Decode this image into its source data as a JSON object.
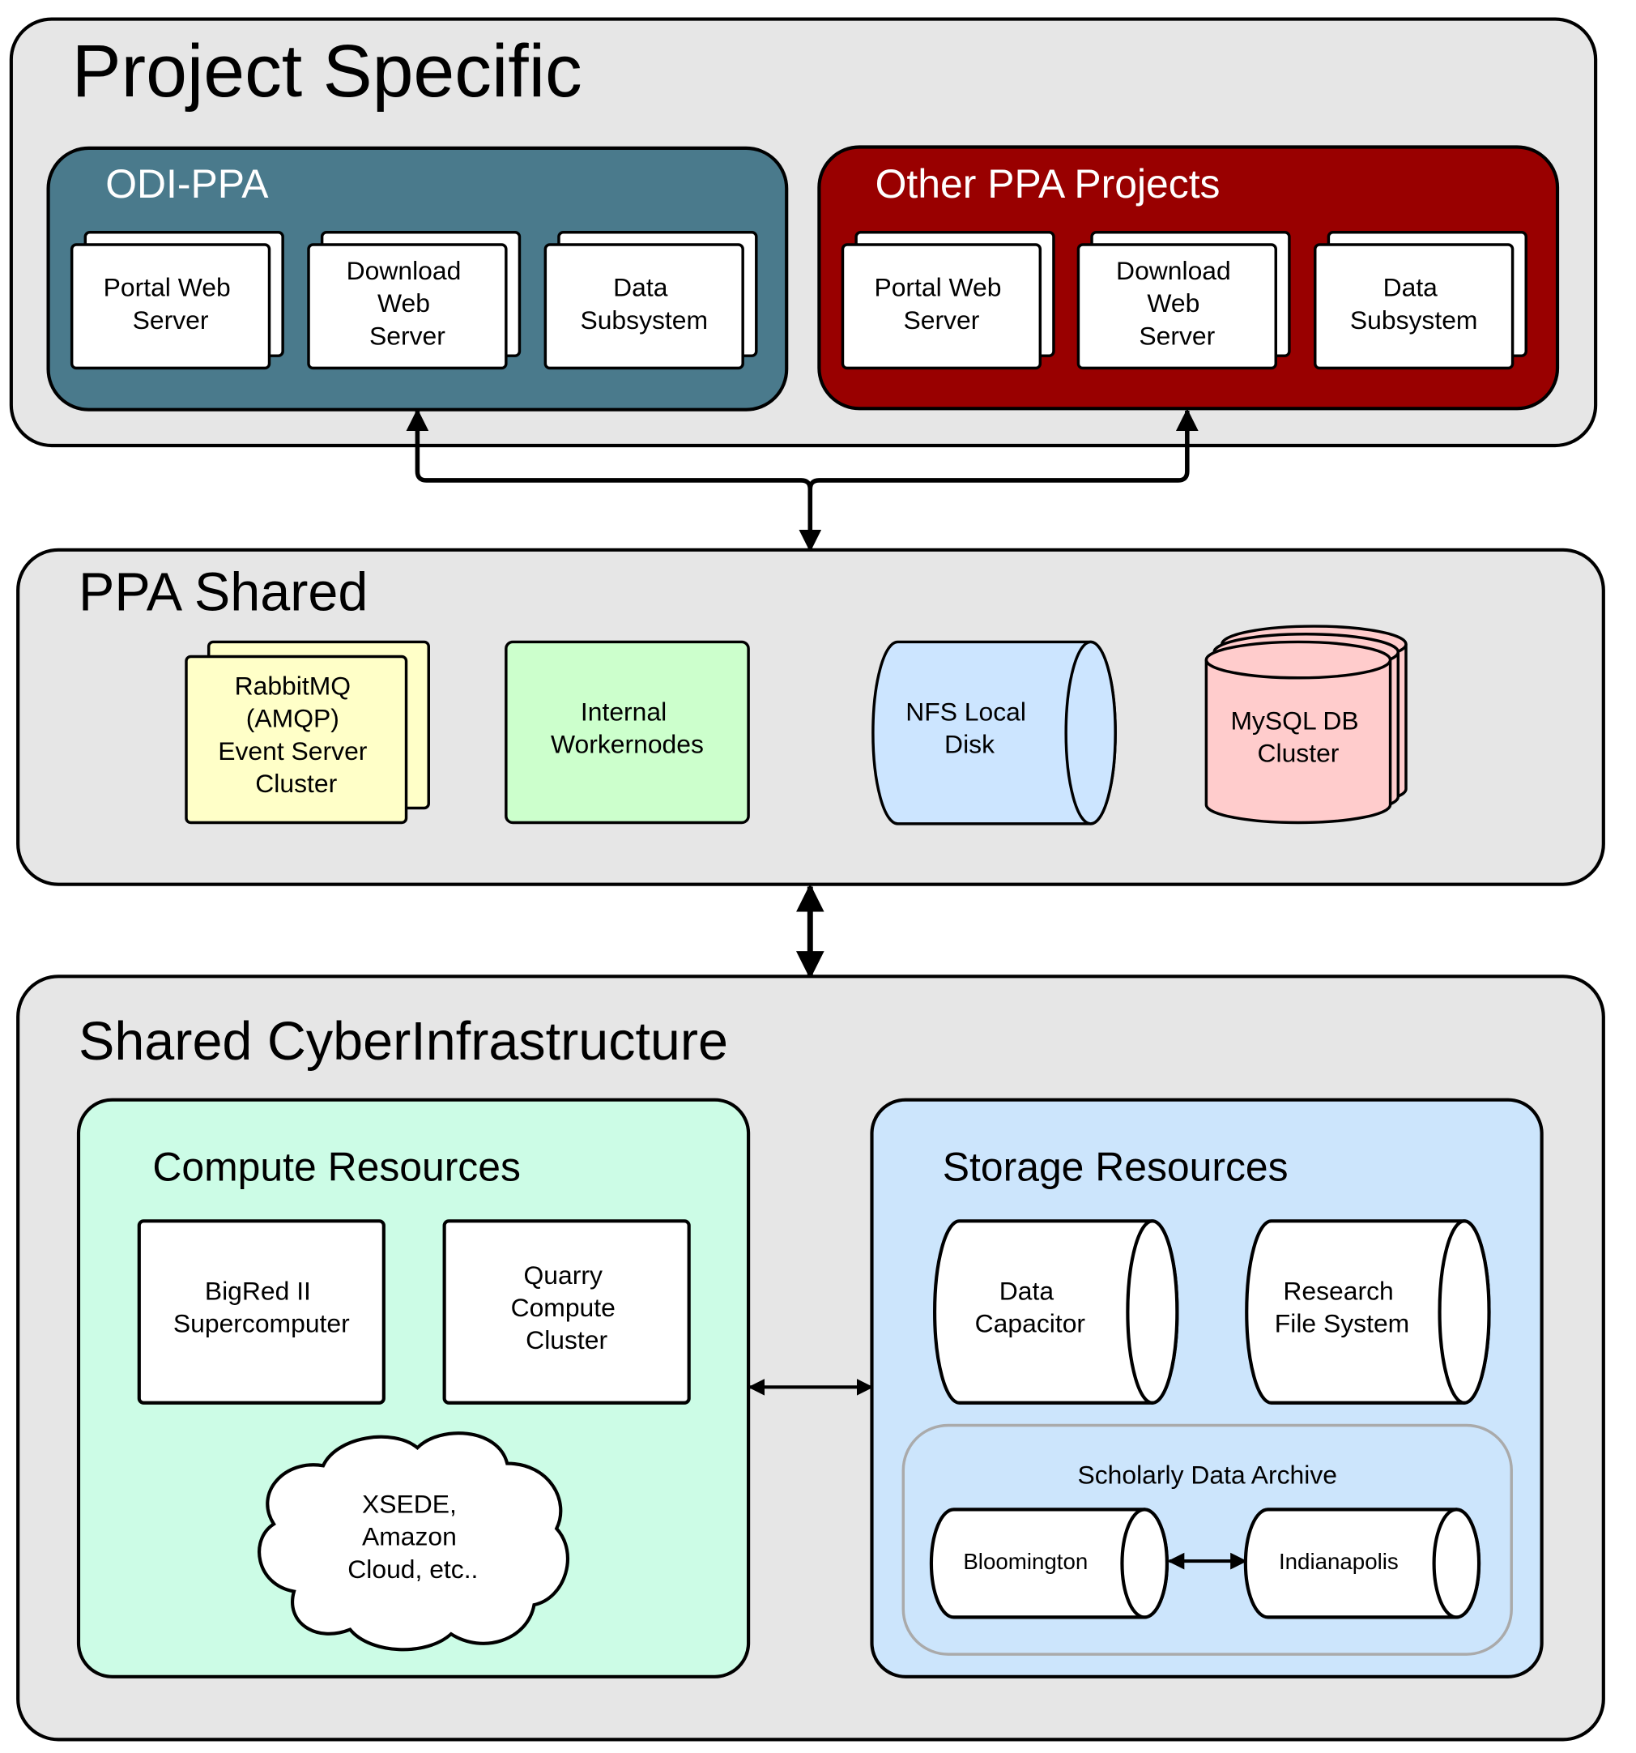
{
  "layers": {
    "project_specific": {
      "title": "Project Specific",
      "odi_ppa": {
        "title": "ODI-PPA",
        "items": [
          {
            "lines": [
              "Portal Web",
              "Server"
            ]
          },
          {
            "lines": [
              "Download",
              "Web",
              "Server"
            ]
          },
          {
            "lines": [
              "Data",
              "Subsystem"
            ]
          }
        ]
      },
      "other_ppa": {
        "title": "Other PPA Projects",
        "items": [
          {
            "lines": [
              "Portal Web",
              "Server"
            ]
          },
          {
            "lines": [
              "Download",
              "Web",
              "Server"
            ]
          },
          {
            "lines": [
              "Data",
              "Subsystem"
            ]
          }
        ]
      }
    },
    "ppa_shared": {
      "title": "PPA Shared",
      "rabbitmq": {
        "lines": [
          "RabbitMQ",
          "(AMQP)",
          "Event Server",
          "Cluster"
        ]
      },
      "workernodes": {
        "lines": [
          "Internal",
          "Workernodes"
        ]
      },
      "nfs": {
        "lines": [
          "NFS Local",
          "Disk"
        ]
      },
      "mysql": {
        "lines": [
          "MySQL DB",
          "Cluster"
        ]
      }
    },
    "shared_ci": {
      "title": "Shared CyberInfrastructure",
      "compute": {
        "title": "Compute Resources",
        "bigred": {
          "lines": [
            "BigRed II",
            "Supercomputer"
          ]
        },
        "quarry": {
          "lines": [
            "Quarry",
            "Compute",
            "Cluster"
          ]
        },
        "cloud": {
          "lines": [
            "XSEDE,",
            "Amazon",
            "Cloud, etc.."
          ]
        }
      },
      "storage": {
        "title": "Storage Resources",
        "capacitor": {
          "lines": [
            "Data",
            "Capacitor"
          ]
        },
        "rfs": {
          "lines": [
            "Research",
            "File System"
          ]
        },
        "archive": {
          "title": "Scholarly Data Archive",
          "bloomington": "Bloomington",
          "indianapolis": "Indianapolis"
        }
      }
    }
  },
  "colors": {
    "layer_fill": "#e6e6e6",
    "odi_fill": "#4a7a8c",
    "other_fill": "#990000",
    "rabbit_fill": "#ffffc8",
    "worker_fill": "#ccffcc",
    "nfs_fill": "#cce5ff",
    "mysql_fill": "#ffcccc",
    "compute_fill": "#ccfce6",
    "storage_fill": "#cce5fc",
    "archive_border": "#aaaaaa"
  }
}
